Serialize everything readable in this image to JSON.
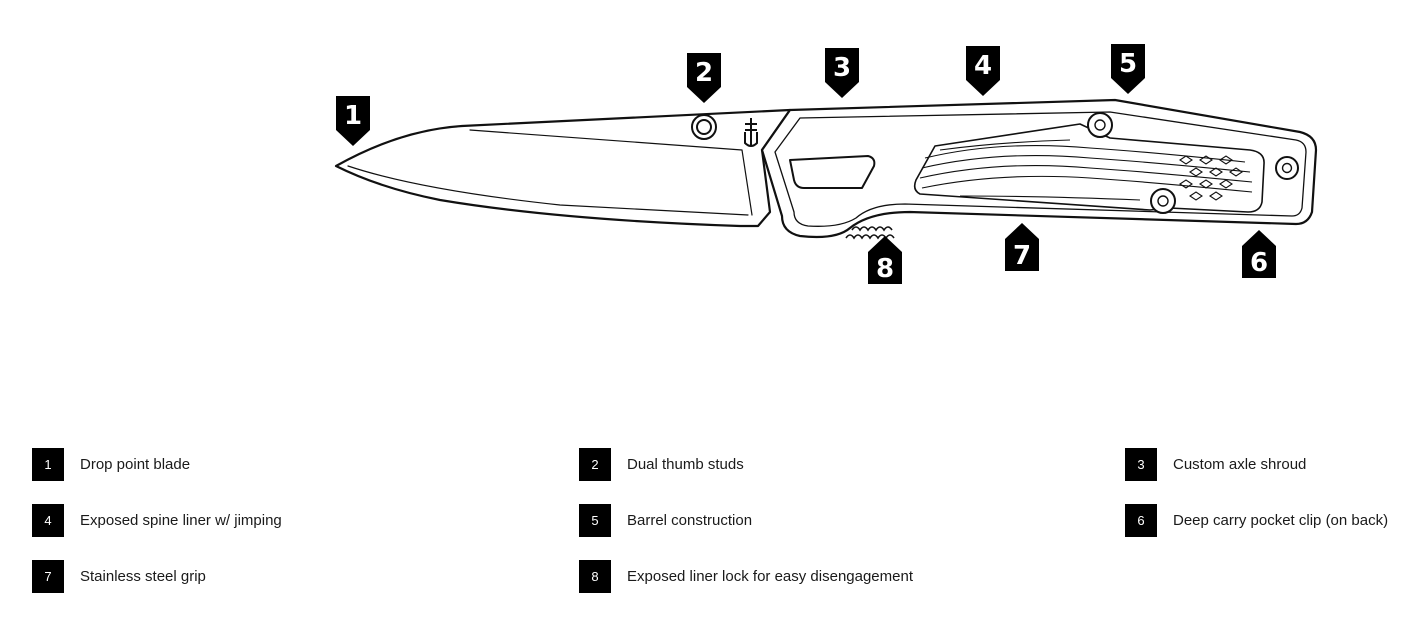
{
  "features": [
    {
      "number": "1",
      "label": "Drop point blade"
    },
    {
      "number": "2",
      "label": "Dual thumb studs"
    },
    {
      "number": "3",
      "label": "Custom axle shroud"
    },
    {
      "number": "4",
      "label": "Exposed spine liner w/ jimping"
    },
    {
      "number": "5",
      "label": "Barrel construction"
    },
    {
      "number": "6",
      "label": "Deep carry pocket clip (on back)"
    },
    {
      "number": "7",
      "label": "Stainless steel grip"
    },
    {
      "number": "8",
      "label": "Exposed liner lock for easy disengagement"
    }
  ],
  "callouts": [
    "1",
    "2",
    "3",
    "4",
    "5",
    "6",
    "7",
    "8"
  ],
  "colors": {
    "badge": "#000000",
    "badge_text": "#ffffff",
    "line_art": "#111111"
  }
}
